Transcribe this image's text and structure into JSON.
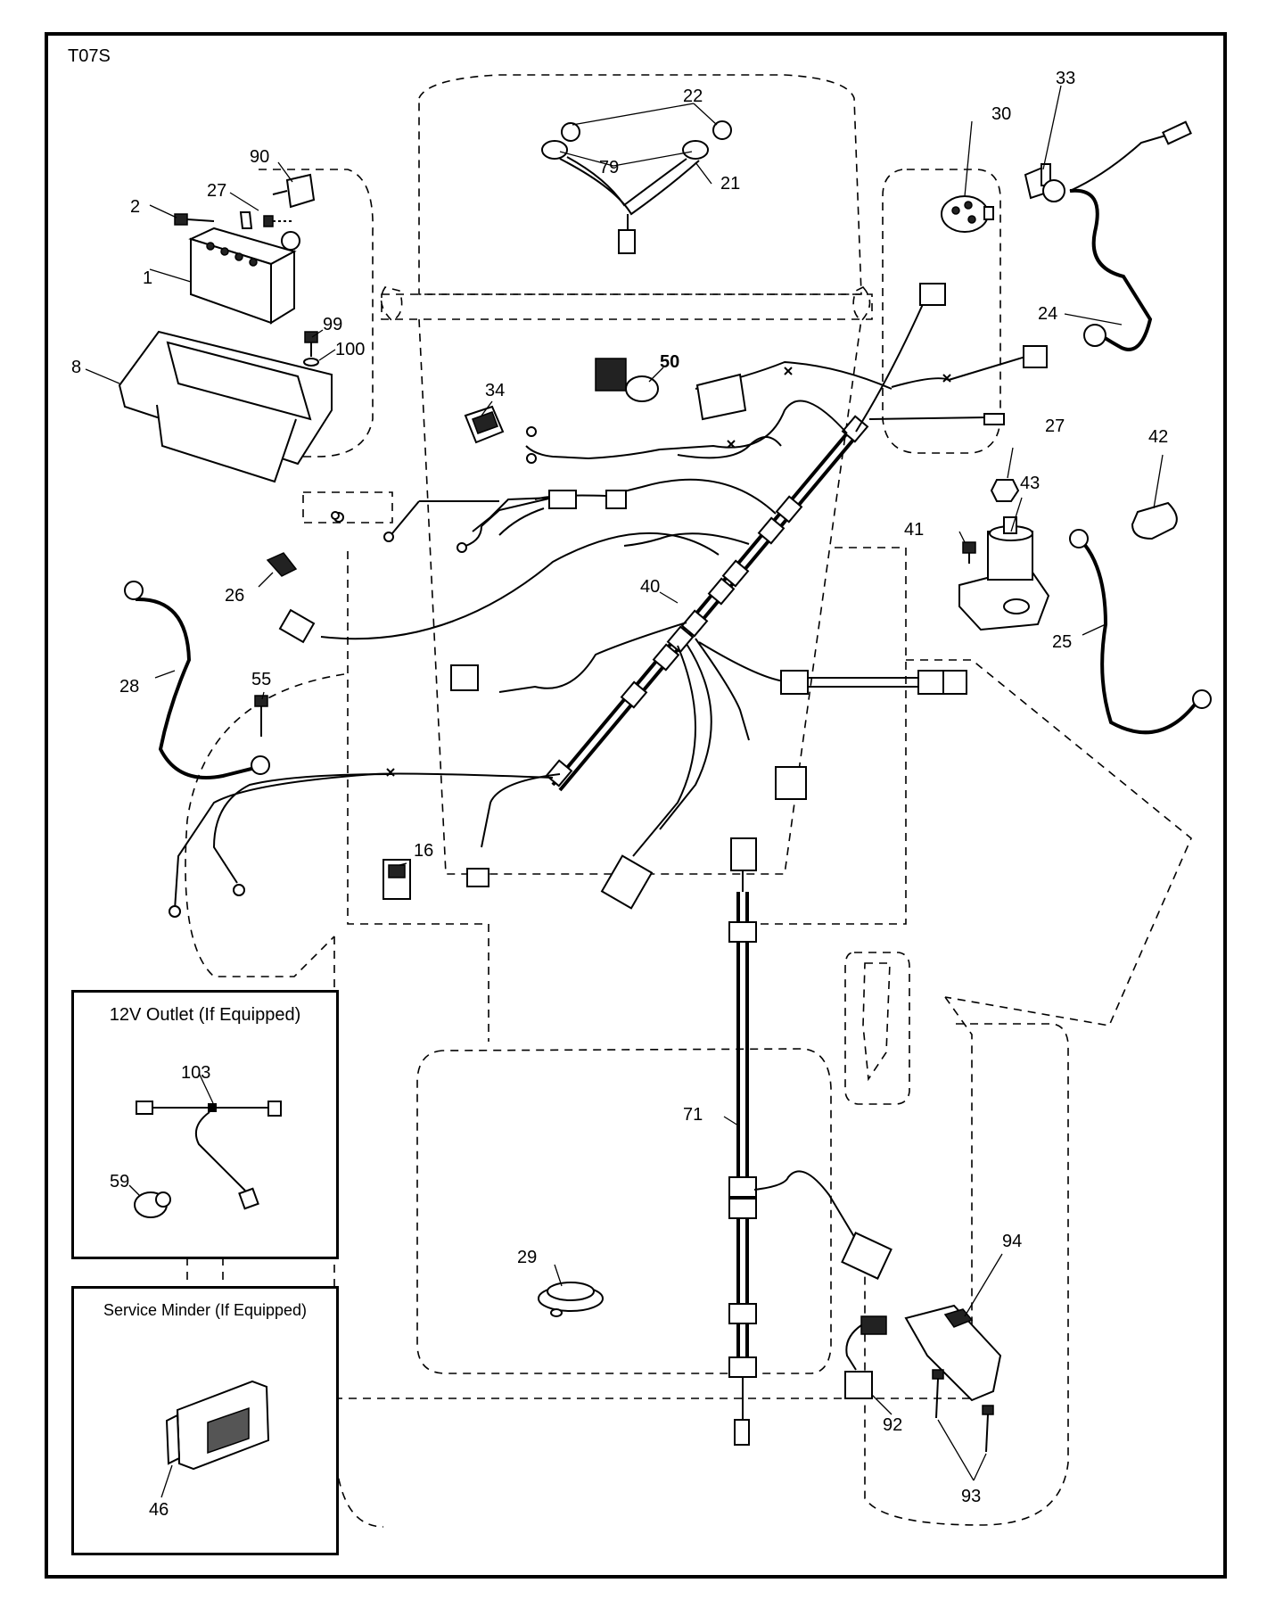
{
  "diagram_code": "T07S",
  "callouts": {
    "c1": "1",
    "c2": "2",
    "c8": "8",
    "c16": "16",
    "c21": "21",
    "c22": "22",
    "c24": "24",
    "c25": "25",
    "c26": "26",
    "c27a": "27",
    "c27b": "27",
    "c28": "28",
    "c29": "29",
    "c30": "30",
    "c33": "33",
    "c34": "34",
    "c40": "40",
    "c41": "41",
    "c42": "42",
    "c43": "43",
    "c46": "46",
    "c50": "50",
    "c55": "55",
    "c59": "59",
    "c71": "71",
    "c79": "79",
    "c90": "90",
    "c92": "92",
    "c93": "93",
    "c94": "94",
    "c99": "99",
    "c100": "100",
    "c103": "103"
  },
  "insets": {
    "outlet_title": "12V Outlet (If Equipped)",
    "service_title": "Service Minder (If Equipped)"
  }
}
